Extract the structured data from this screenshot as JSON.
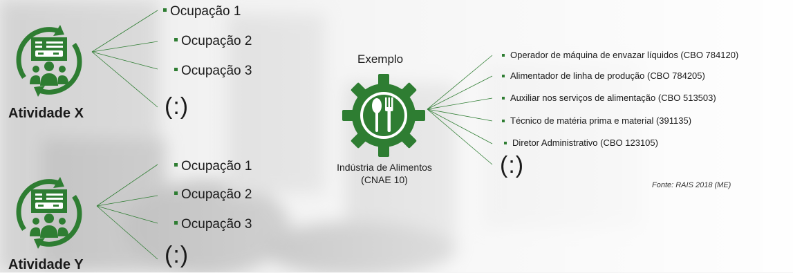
{
  "colors": {
    "accent": "#2e7d32",
    "accent_dark": "#1b5e20"
  },
  "activity_x": {
    "label": "Atividade X",
    "occupations": [
      "Ocupação 1",
      "Ocupação 2",
      "Ocupação 3"
    ],
    "ellipsis": "(:)"
  },
  "activity_y": {
    "label": "Atividade Y",
    "occupations": [
      "Ocupação 1",
      "Ocupação 2",
      "Ocupação 3"
    ],
    "ellipsis": "(:)"
  },
  "example": {
    "title": "Exemplo",
    "industry_line1": "Indústria de Alimentos",
    "industry_line2": "(CNAE 10)",
    "occupations": [
      "Operador de máquina de envazar líquidos (CBO 784120)",
      "Alimentador de linha de produção (CBO 784205)",
      "Auxiliar nos serviços de alimentação (CBO 513503)",
      "Técnico de matéria prima e material (391135)",
      "Diretor Administrativo (CBO 123105)"
    ],
    "ellipsis": "(:)"
  },
  "source": "Fonte: RAIS 2018 (ME)",
  "icons": {
    "activity": "people-document-cycle-icon",
    "industry": "gear-fork-spoon-icon"
  }
}
